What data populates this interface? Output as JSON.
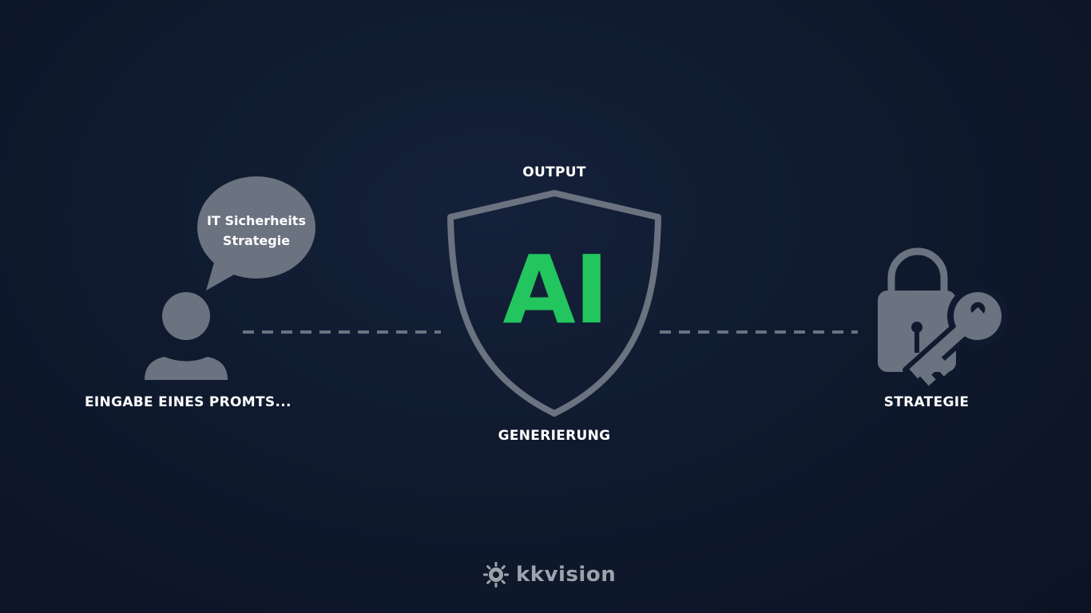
{
  "input": {
    "bubble_line1": "IT Sicherheits",
    "bubble_line2": "Strategie",
    "label": "EINGABE EINES PROMTS..."
  },
  "ai": {
    "top_label": "OUTPUT",
    "center_text": "AI",
    "bottom_label": "GENERIERUNG"
  },
  "result": {
    "label": "STRATEGIE"
  },
  "brand": {
    "name": "kkvision"
  },
  "colors": {
    "background": "#0f1a2e",
    "icon_gray": "#6b7280",
    "accent_green": "#22c55e",
    "text_white": "#ffffff"
  },
  "icons": {
    "user": "person-icon",
    "bubble": "speech-bubble-icon",
    "shield": "shield-icon",
    "lock_key": "lock-key-icon",
    "brand": "gear-sun-icon"
  }
}
